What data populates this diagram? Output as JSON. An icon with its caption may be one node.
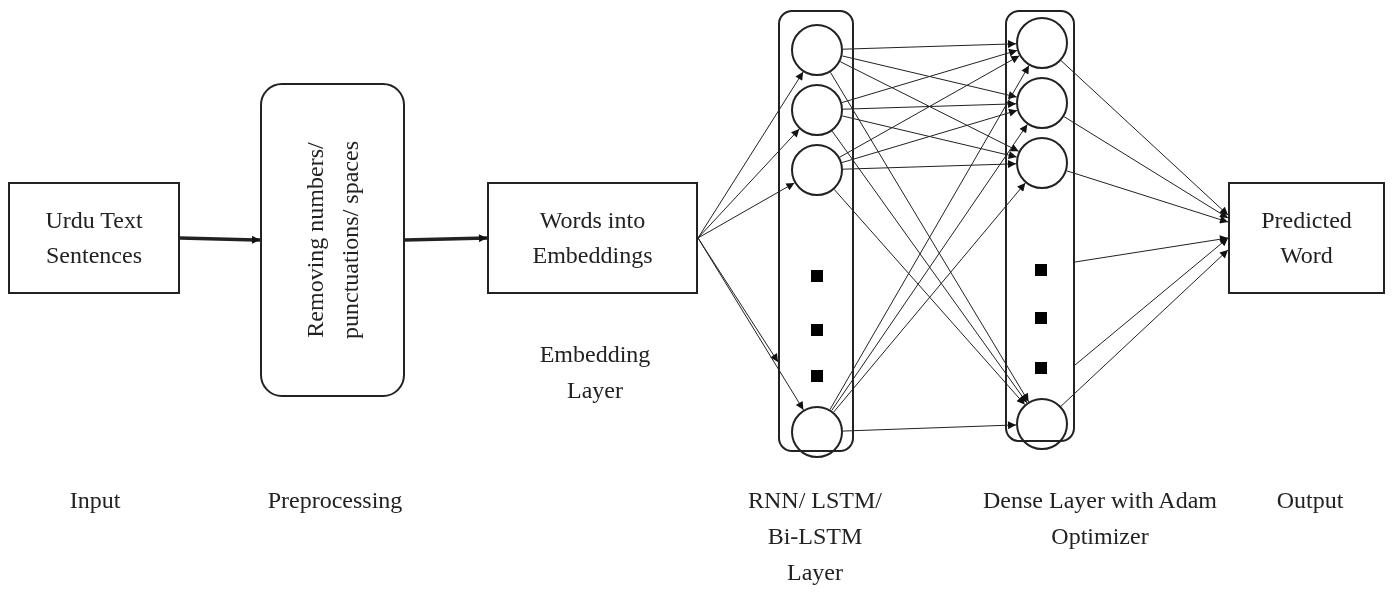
{
  "diagram": {
    "nodes": [
      {
        "text": [
          "Urdu Text Sentences"
        ]
      },
      {
        "text": [
          "Removing numbers/ punctuations/ spaces"
        ]
      },
      {
        "text": [
          "Words into Embeddings"
        ],
        "beside": [
          "Embedding Layer"
        ]
      },
      {
        "text": [],
        "shape": "box"
      },
      {
        "text": [],
        "shape": "circle",
        "in": 3
      },
      {
        "text": [],
        "shape": "circle",
        "in": 3
      },
      {
        "text": [],
        "shape": "circle",
        "in": 3
      },
      {
        "text": [],
        "shape": "circle",
        "in": 3
      },
      {
        "text": [],
        "shape": "box"
      },
      {
        "text": [],
        "shape": "circle",
        "in": 8
      },
      {
        "text": [],
        "shape": "circle",
        "in": 8
      },
      {
        "text": [],
        "shape": "circle",
        "in": 8
      },
      {
        "text": [],
        "shape": "circle",
        "in": 8
      },
      {
        "text": [
          "Predicted Word"
        ]
      }
    ],
    "labels": [
      "Input",
      "Preprocessing",
      "RNN/ LSTM/ Bi-LSTM Layer",
      "Dense Layer with Adam Optimizer",
      "Output"
    ],
    "edges": [
      {
        "from": 0,
        "to": 1,
        "arrow": "to",
        "style": "thick"
      },
      {
        "from": 1,
        "to": 2,
        "arrow": "to",
        "style": "thick"
      },
      {
        "from": 2,
        "to": 4,
        "arrow": "to"
      },
      {
        "from": 2,
        "to": 5,
        "arrow": "to"
      },
      {
        "from": 2,
        "to": 6,
        "arrow": "to"
      },
      {
        "from": 2,
        "to": 3,
        "arrow": "to"
      },
      {
        "from": 2,
        "to": 7,
        "arrow": "to"
      },
      {
        "from": 4,
        "to": 9,
        "arrow": "to"
      },
      {
        "from": 4,
        "to": 10,
        "arrow": "to"
      },
      {
        "from": 4,
        "to": 11,
        "arrow": "to"
      },
      {
        "from": 4,
        "to": 12,
        "arrow": "to"
      },
      {
        "from": 5,
        "to": 9,
        "arrow": "to"
      },
      {
        "from": 5,
        "to": 10,
        "arrow": "to"
      },
      {
        "from": 5,
        "to": 11,
        "arrow": "to"
      },
      {
        "from": 5,
        "to": 12,
        "arrow": "to"
      },
      {
        "from": 6,
        "to": 9,
        "arrow": "to"
      },
      {
        "from": 6,
        "to": 10,
        "arrow": "to"
      },
      {
        "from": 6,
        "to": 11,
        "arrow": "to"
      },
      {
        "from": 6,
        "to": 12,
        "arrow": "to"
      },
      {
        "from": 7,
        "to": 9,
        "arrow": "to"
      },
      {
        "from": 7,
        "to": 10,
        "arrow": "to"
      },
      {
        "from": 7,
        "to": 11,
        "arrow": "to"
      },
      {
        "from": 7,
        "to": 12,
        "arrow": "to"
      },
      {
        "from": 9,
        "to": 13,
        "arrow": "to"
      },
      {
        "from": 10,
        "to": 13,
        "arrow": "to"
      },
      {
        "from": 11,
        "to": 13,
        "arrow": "to"
      },
      {
        "from": 8,
        "to": 13,
        "arrow": "to"
      },
      {
        "from": 8,
        "to": 13,
        "arrow": "to"
      },
      {
        "from": 12,
        "to": 13,
        "arrow": "to"
      }
    ]
  }
}
